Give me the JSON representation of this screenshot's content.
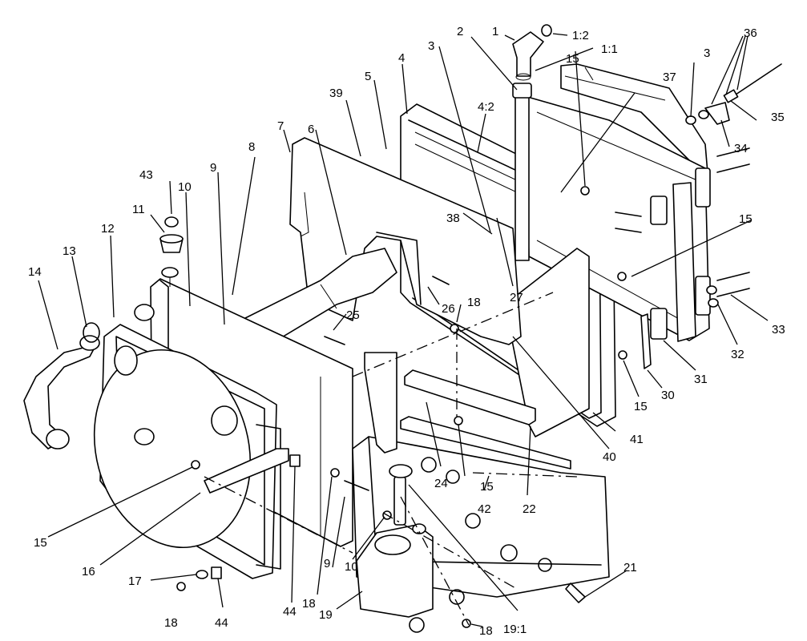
{
  "callouts": [
    {
      "id": "c1",
      "text": "1"
    },
    {
      "id": "c1_2",
      "text": "1:2"
    },
    {
      "id": "c1_1",
      "text": "1:1"
    },
    {
      "id": "c2",
      "text": "2"
    },
    {
      "id": "c3a",
      "text": "3"
    },
    {
      "id": "c3b",
      "text": "3"
    },
    {
      "id": "c4",
      "text": "4"
    },
    {
      "id": "c4_2",
      "text": "4:2"
    },
    {
      "id": "c5",
      "text": "5"
    },
    {
      "id": "c6",
      "text": "6"
    },
    {
      "id": "c7",
      "text": "7"
    },
    {
      "id": "c8",
      "text": "8"
    },
    {
      "id": "c9a",
      "text": "9"
    },
    {
      "id": "c9b",
      "text": "9"
    },
    {
      "id": "c10a",
      "text": "10"
    },
    {
      "id": "c10b",
      "text": "10"
    },
    {
      "id": "c11",
      "text": "11"
    },
    {
      "id": "c12",
      "text": "12"
    },
    {
      "id": "c13",
      "text": "13"
    },
    {
      "id": "c14",
      "text": "14"
    },
    {
      "id": "c15a",
      "text": "15"
    },
    {
      "id": "c15b",
      "text": "15"
    },
    {
      "id": "c15c",
      "text": "15"
    },
    {
      "id": "c15d",
      "text": "15"
    },
    {
      "id": "c15e",
      "text": "15"
    },
    {
      "id": "c16",
      "text": "16"
    },
    {
      "id": "c17",
      "text": "17"
    },
    {
      "id": "c18a",
      "text": "18"
    },
    {
      "id": "c18b",
      "text": "18"
    },
    {
      "id": "c18c",
      "text": "18"
    },
    {
      "id": "c18d",
      "text": "18"
    },
    {
      "id": "c19",
      "text": "19"
    },
    {
      "id": "c19_1",
      "text": "19:1"
    },
    {
      "id": "c21",
      "text": "21"
    },
    {
      "id": "c22",
      "text": "22"
    },
    {
      "id": "c24",
      "text": "24"
    },
    {
      "id": "c25",
      "text": "25"
    },
    {
      "id": "c26",
      "text": "26"
    },
    {
      "id": "c27",
      "text": "27"
    },
    {
      "id": "c30",
      "text": "30"
    },
    {
      "id": "c31",
      "text": "31"
    },
    {
      "id": "c32",
      "text": "32"
    },
    {
      "id": "c33",
      "text": "33"
    },
    {
      "id": "c34",
      "text": "34"
    },
    {
      "id": "c35",
      "text": "35"
    },
    {
      "id": "c36",
      "text": "36"
    },
    {
      "id": "c37",
      "text": "37"
    },
    {
      "id": "c38",
      "text": "38"
    },
    {
      "id": "c39",
      "text": "39"
    },
    {
      "id": "c40",
      "text": "40"
    },
    {
      "id": "c41",
      "text": "41"
    },
    {
      "id": "c42",
      "text": "42"
    },
    {
      "id": "c43",
      "text": "43"
    },
    {
      "id": "c44a",
      "text": "44"
    },
    {
      "id": "c44b",
      "text": "44"
    }
  ],
  "colors": {
    "ink": "#000000",
    "paper": "#ffffff"
  }
}
